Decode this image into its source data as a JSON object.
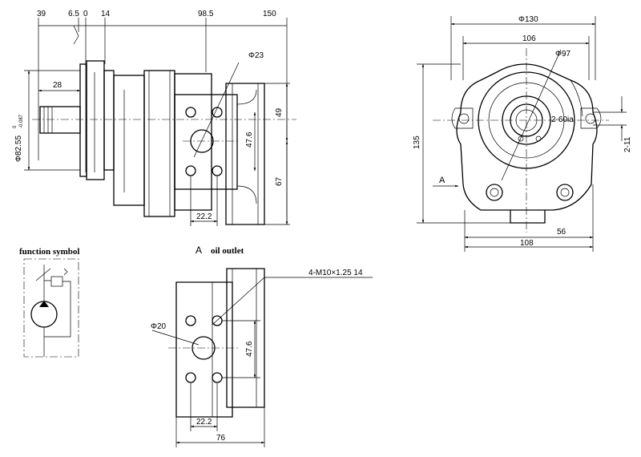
{
  "side_view": {
    "dims_top": [
      "39",
      "6.5",
      "0",
      "14",
      "98.5",
      "150"
    ],
    "shaft_length": "28",
    "pilot_diameter": "Φ82.55",
    "pilot_tol_upper": "0",
    "pilot_tol_lower": "-0.087",
    "port_diameter": "Φ23",
    "port_bolt_spacing": "47.6",
    "port_half_spacing": "22.2",
    "upper_height": "49",
    "lower_height": "67"
  },
  "front_view": {
    "flange_diameter": "Φ130",
    "bolt_span": "106",
    "body_diameter": "Φ97",
    "spline": "2-60ia",
    "height": "135",
    "slot_width": "2-11",
    "bottom_width": "108",
    "offset": "56",
    "view_arrow_label": "A"
  },
  "function_symbol": {
    "title": "function symbol"
  },
  "outlet_view": {
    "view_letter": "A",
    "title": "oil outlet",
    "thread_note": "4-M10×1.25  14",
    "port_diameter": "Φ20",
    "bolt_spacing": "47.6",
    "half_spacing": "22.2",
    "width": "76"
  }
}
